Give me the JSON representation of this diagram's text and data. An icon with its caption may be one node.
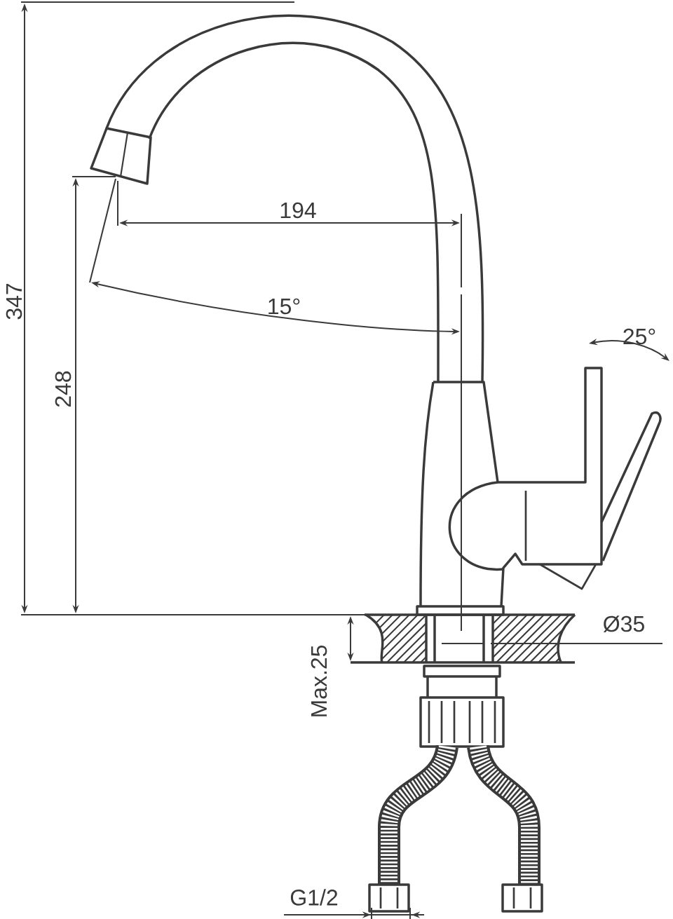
{
  "diagram": {
    "labels": [
      "347",
      "248",
      "194",
      "15°",
      "25°",
      "Ø35",
      "Max.25",
      "G1/2"
    ]
  }
}
